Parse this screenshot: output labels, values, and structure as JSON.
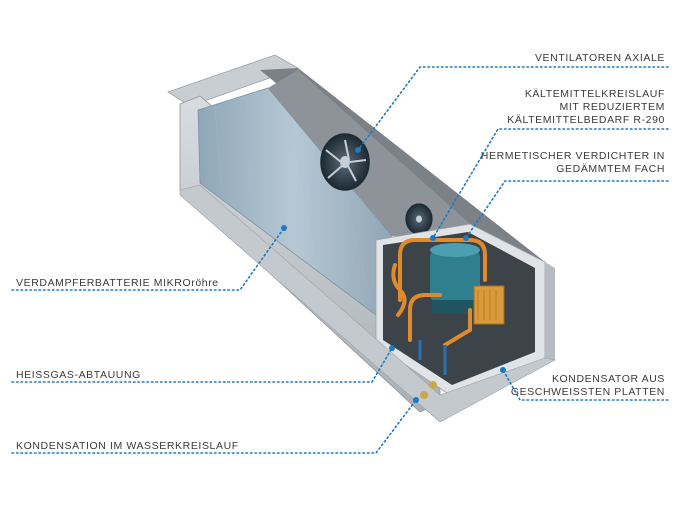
{
  "colors": {
    "leader": "#1e78c2",
    "dot": "#1e78c2",
    "text": "#3a3a3a",
    "casing": "#cfd3d8",
    "coil": "#9fb3c2",
    "copper": "#e08a2e",
    "compressor": "#2e7f8f"
  },
  "labels": {
    "fan": "VENTILATOREN AXIALE",
    "refrigerant": [
      "KÄLTEMITTELKREISLAUF",
      "MIT REDUZIERTEM",
      "KÄLTEMITTELBEDARF R-290"
    ],
    "compressor": [
      "HERMETISCHER VERDICHTER IN",
      "GEDÄMMTEM FACH"
    ],
    "evaporator": "VERDAMPFERBATTERIE MIKROröhre",
    "hotgas": "HEISSGAS-ABTAUUNG",
    "condenser": [
      "KONDENSATOR AUS",
      "GESCHWEISSTEN PLATTEN"
    ],
    "condensation": "KONDENSATION IM WASSERKREISLAUF"
  }
}
